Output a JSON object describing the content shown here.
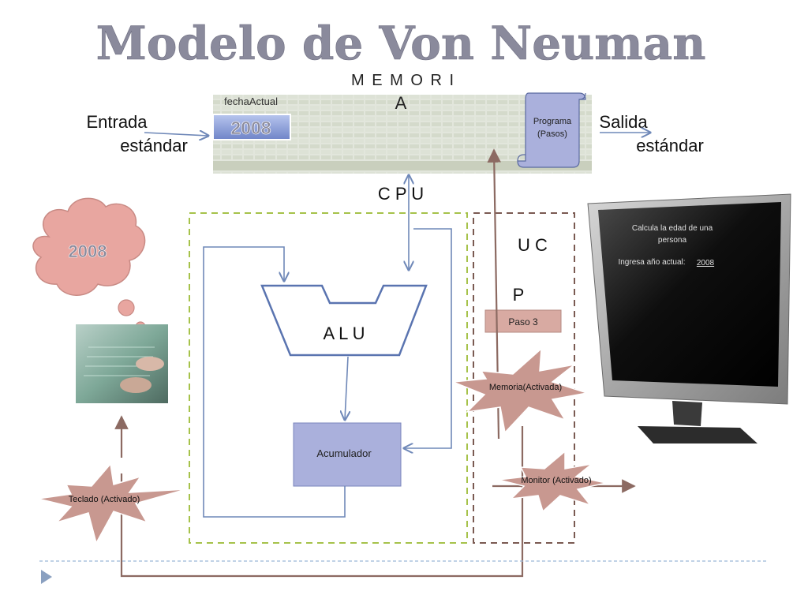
{
  "title": "Modelo de Von Neuman",
  "memory": {
    "label_line1": "M E M O R I",
    "label_line2": "A",
    "variable_name": "fechaActual",
    "variable_value": "2008",
    "program_line1": "Programa",
    "program_line2": "(Pasos)"
  },
  "io": {
    "input_line1": "Entrada",
    "input_line2": "estándar",
    "output_line1": "Salida",
    "output_line2": "estándar"
  },
  "cpu": {
    "label": "C    P    U",
    "alu_label": "A L U",
    "accumulator_label": "Acumulador",
    "uc_line1": "U  C",
    "uc_line2": "P",
    "step_label": "Paso 3"
  },
  "thought_bubble": {
    "value": "2008"
  },
  "screen": {
    "line1": "Calcula la edad de una",
    "line2": "persona",
    "prompt": "Ingresa año actual:",
    "input_value": "2008"
  },
  "signals": {
    "memory": "Memoria(Activada)",
    "monitor": "Monitor (Activado)",
    "keyboard": "Teclado (Activado)"
  },
  "colors": {
    "title": "#8a8a9c",
    "arrow_blue": "#6f88b8",
    "arrow_brown": "#8c6a62",
    "box_fill": "#aab0dc",
    "alu_stroke": "#5a74b0",
    "cpu_border": "#a6c24a",
    "uc_border": "#7a5a52",
    "burst_fill": "#c89890",
    "cloud_fill": "#e8a6a0",
    "step_fill": "#d8aaa2"
  }
}
